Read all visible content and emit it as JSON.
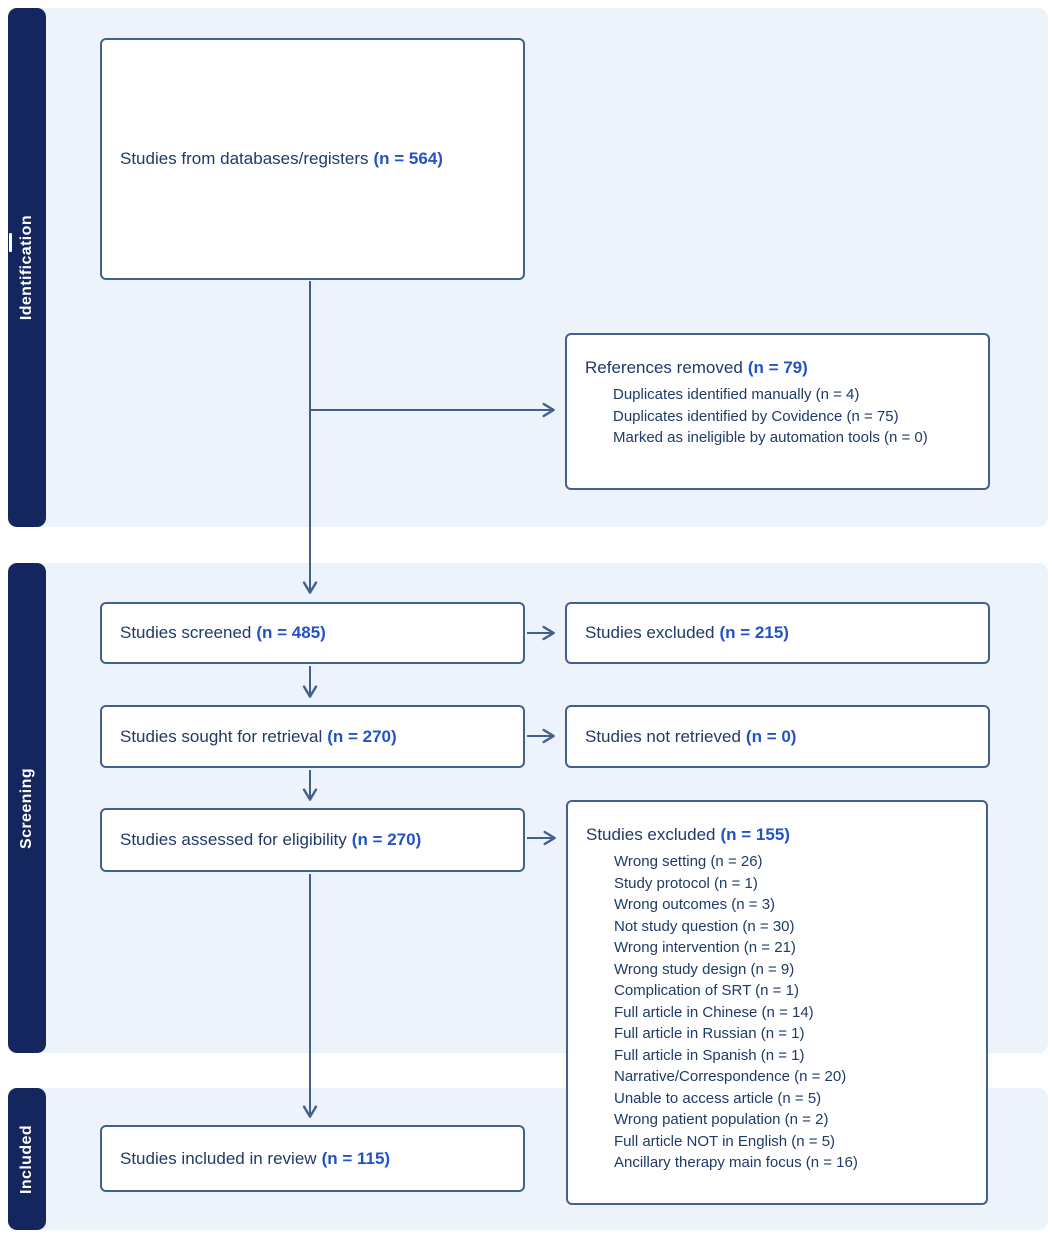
{
  "palette": {
    "panel_bg": "#edf3fb",
    "sidebar_bg": "#13265d",
    "box_border": "#42608e",
    "arrow": "#42608e",
    "text_navy": "#1f3a68",
    "accent_blue": "#2153c6",
    "sidebar_text": "#ffffff"
  },
  "sidebar": {
    "identification_label": "Identification",
    "screening_label": "Screening",
    "included_label": "Included"
  },
  "boxes": {
    "databases": {
      "label": "Studies from databases/registers",
      "count": "(n = 564)"
    },
    "references_removed": {
      "label": "References removed",
      "count": "(n = 79)",
      "items": [
        "Duplicates identified manually (n = 4)",
        "Duplicates identified by Covidence (n = 75)",
        "Marked as ineligible by automation tools (n = 0)"
      ]
    },
    "screened": {
      "label": "Studies screened",
      "count": "(n = 485)"
    },
    "excluded_screening": {
      "label": "Studies excluded",
      "count": "(n = 215)"
    },
    "sought_retrieval": {
      "label": "Studies sought for retrieval",
      "count": "(n = 270)"
    },
    "not_retrieved": {
      "label": "Studies not retrieved",
      "count": "(n = 0)"
    },
    "assessed_eligibility": {
      "label": "Studies assessed for eligibility",
      "count": "(n = 270)"
    },
    "excluded_eligibility": {
      "label": "Studies excluded",
      "count": "(n = 155)",
      "items": [
        "Wrong setting (n = 26)",
        "Study protocol (n = 1)",
        "Wrong outcomes (n = 3)",
        "Not study question (n = 30)",
        "Wrong intervention (n = 21)",
        "Wrong study design (n = 9)",
        "Complication of SRT (n = 1)",
        "Full article in Chinese (n = 14)",
        "Full article in Russian (n = 1)",
        "Full article in Spanish (n = 1)",
        "Narrative/Correspondence (n = 20)",
        "Unable to access article (n = 5)",
        "Wrong patient population (n = 2)",
        "Full article NOT in English (n = 5)",
        "Ancillary therapy main focus (n = 16)"
      ]
    },
    "included_review": {
      "label": "Studies included in review",
      "count": "(n = 115)"
    }
  }
}
